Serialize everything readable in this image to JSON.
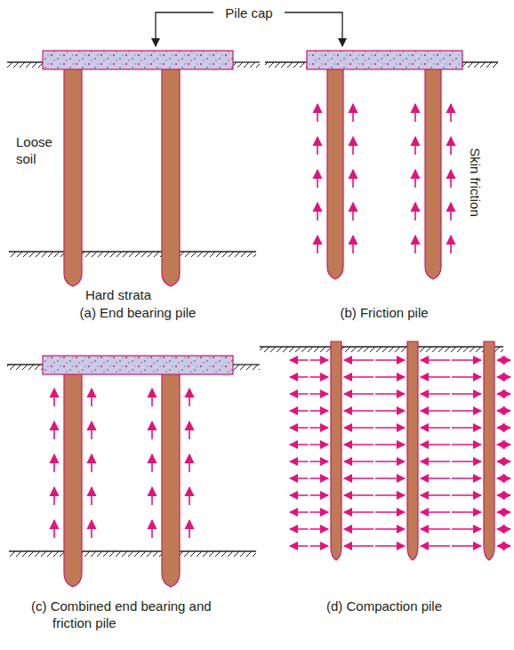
{
  "diagram": {
    "labels": [
      "Pile cap",
      "Loose soil",
      "Hard strata",
      "Skin friction",
      "(a) End bearing pile",
      "(b) Friction pile",
      "(c) Combined end bearing and friction pile",
      "(d) Compaction pile"
    ]
  }
}
